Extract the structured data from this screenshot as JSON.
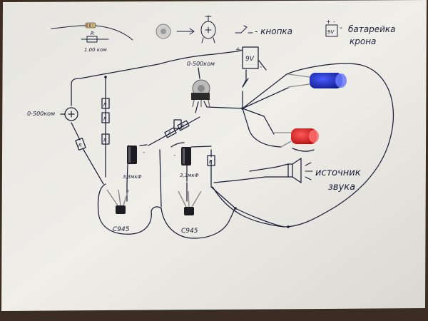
{
  "legend": {
    "resistor_value": "1.00 ком",
    "button_label": "- кнопка",
    "battery_label_line1": "батарейка",
    "battery_label_line2": "крона",
    "battery_voltage": "9V",
    "plus_sign": "+",
    "minus_sign": "-"
  },
  "circuit": {
    "pot_left_label": "0-500ком",
    "pot_top_label": "0-500ком",
    "battery_voltage": "9V",
    "cap_left_label": "3,3мкФ",
    "cap_right_label": "3,3мкФ",
    "transistor_left_label": "С945",
    "transistor_right_label": "С945",
    "speaker_label_line1": "источник",
    "speaker_label_line2": "звука",
    "resistor_symbol": "R",
    "plus_sign": "+",
    "minus_sign": "-"
  },
  "colors": {
    "led_blue": "#1f2fb0",
    "led_red": "#d01a1a",
    "ink": "#1b1f3a",
    "paper": "#ecebe6"
  }
}
